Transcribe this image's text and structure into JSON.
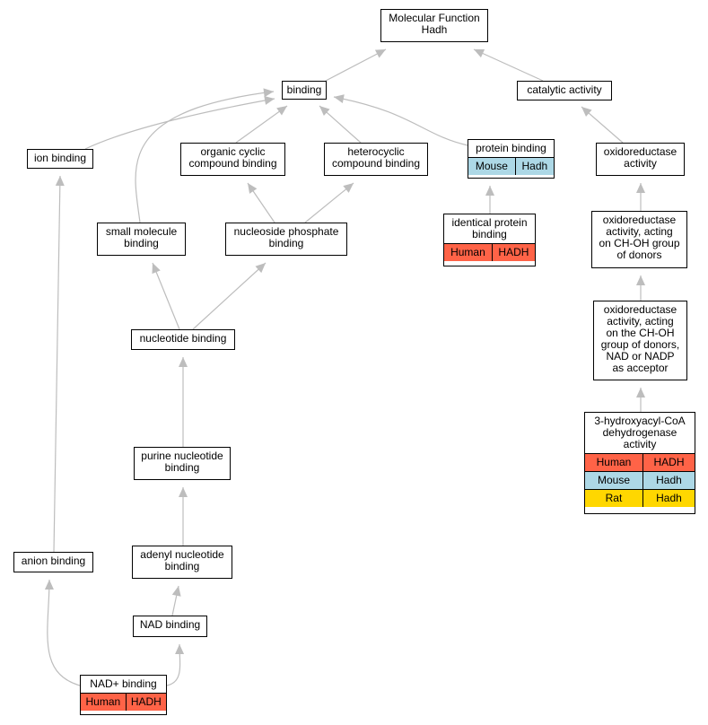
{
  "colors": {
    "edge": "#bdbdbd",
    "human": "#ff6347",
    "mouse": "#add8e6",
    "rat": "#ffd700"
  },
  "nodes": [
    {
      "id": "mf",
      "label": "Molecular Function\nHadh"
    },
    {
      "id": "binding",
      "label": "binding"
    },
    {
      "id": "catalytic",
      "label": "catalytic activity"
    },
    {
      "id": "ion",
      "label": "ion binding"
    },
    {
      "id": "orgcyc",
      "label": "organic cyclic\ncompound binding"
    },
    {
      "id": "hetcyc",
      "label": "heterocyclic\ncompound binding"
    },
    {
      "id": "protein",
      "label": "protein binding",
      "orthologs": [
        {
          "species": "Mouse",
          "gene": "Hadh",
          "color": "mouse"
        }
      ]
    },
    {
      "id": "oxido",
      "label": "oxidoreductase\nactivity"
    },
    {
      "id": "smallmol",
      "label": "small molecule\nbinding"
    },
    {
      "id": "nucphos",
      "label": "nucleoside phosphate\nbinding"
    },
    {
      "id": "identprot",
      "label": "identical protein\nbinding",
      "orthologs": [
        {
          "species": "Human",
          "gene": "HADH",
          "color": "human"
        }
      ]
    },
    {
      "id": "oxidochoh",
      "label": "oxidoreductase\nactivity, acting\non CH-OH group\nof donors"
    },
    {
      "id": "nucleotide",
      "label": "nucleotide binding"
    },
    {
      "id": "oxidonad",
      "label": "oxidoreductase\nactivity, acting\non the CH-OH\ngroup of donors,\nNAD or NADP\nas acceptor"
    },
    {
      "id": "purine",
      "label": "purine nucleotide\nbinding"
    },
    {
      "id": "hadh",
      "label": "3-hydroxyacyl-CoA\ndehydrogenase\nactivity",
      "orthologs": [
        {
          "species": "Human",
          "gene": "HADH",
          "color": "human"
        },
        {
          "species": "Mouse",
          "gene": "Hadh",
          "color": "mouse"
        },
        {
          "species": "Rat",
          "gene": "Hadh",
          "color": "rat"
        }
      ]
    },
    {
      "id": "anion",
      "label": "anion binding"
    },
    {
      "id": "adenyl",
      "label": "adenyl nucleotide\nbinding"
    },
    {
      "id": "nad",
      "label": "NAD binding"
    },
    {
      "id": "nadplus",
      "label": "NAD+ binding",
      "orthologs": [
        {
          "species": "Human",
          "gene": "HADH",
          "color": "human"
        }
      ]
    }
  ],
  "edges": [
    [
      "binding",
      "mf"
    ],
    [
      "catalytic",
      "mf"
    ],
    [
      "ion",
      "binding"
    ],
    [
      "orgcyc",
      "binding"
    ],
    [
      "hetcyc",
      "binding"
    ],
    [
      "protein",
      "binding"
    ],
    [
      "smallmol",
      "binding"
    ],
    [
      "oxido",
      "catalytic"
    ],
    [
      "oxidochoh",
      "oxido"
    ],
    [
      "oxidonad",
      "oxidochoh"
    ],
    [
      "hadh",
      "oxidonad"
    ],
    [
      "identprot",
      "protein"
    ],
    [
      "nucphos",
      "orgcyc"
    ],
    [
      "nucphos",
      "hetcyc"
    ],
    [
      "nucleotide",
      "smallmol"
    ],
    [
      "nucleotide",
      "nucphos"
    ],
    [
      "purine",
      "nucleotide"
    ],
    [
      "adenyl",
      "purine"
    ],
    [
      "nad",
      "adenyl"
    ],
    [
      "nadplus",
      "nad"
    ],
    [
      "nadplus",
      "anion"
    ],
    [
      "anion",
      "ion"
    ]
  ]
}
